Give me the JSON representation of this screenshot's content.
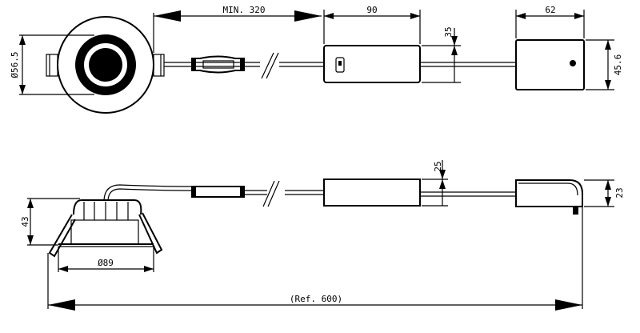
{
  "dimensions": {
    "top_min_length": "MIN. 320",
    "driver_width": "90",
    "driver_height_top": "35",
    "endbox_width": "62",
    "endbox_height_top": "45.6",
    "downlight_front_diameter": "Ø56.5",
    "driver_height_side": "25",
    "endbox_height_side": "23",
    "downlight_height": "43",
    "downlight_diameter": "Ø89",
    "total_length": "(Ref. 600)"
  }
}
